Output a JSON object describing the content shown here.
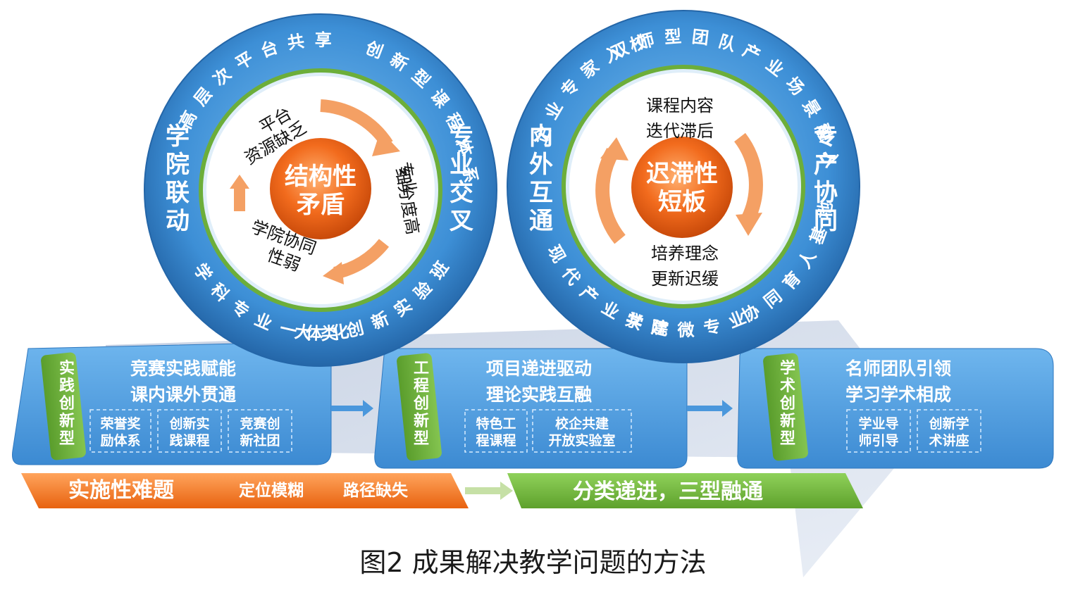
{
  "left_circle": {
    "center": "结构性\n矛盾",
    "ring_outer": {
      "left": "学院联动",
      "right": "专业交叉",
      "top_left": "高层次平台共享",
      "top_right": "创新型课程体系",
      "bottom_left": "学科专业一体化",
      "bottom_right": "大类创新实验班"
    },
    "inner": {
      "item1": "平台\n资源缺乏",
      "item2": "专业\n细分度高",
      "item3": "学院协同\n性弱"
    }
  },
  "right_circle": {
    "center": "迟滞性\n短板",
    "ring_outer": {
      "left": "内外互通",
      "right": "专产协同",
      "top_left": "企业专家入校",
      "top": "双师型团队",
      "top_right": "产业场景融入",
      "bottom_left": "现代产业学院",
      "bottom": "共建微专业",
      "bottom_right": "协同育人基地"
    },
    "inner": {
      "item1": "课程内容\n迭代滞后",
      "item2": "培养理念\n更新迟缓"
    }
  },
  "boxes": [
    {
      "tag": "实践创新型",
      "line1": "竞赛实践赋能",
      "line2": "课内课外贯通",
      "subs": [
        "荣誉奖\n励体系",
        "创新实\n践课程",
        "竞赛创\n新社团"
      ]
    },
    {
      "tag": "工程创新型",
      "line1": "项目递进驱动",
      "line2": "理论实践互融",
      "subs": [
        "特色工\n程课程",
        "校企共建\n开放实验室"
      ]
    },
    {
      "tag": "学术创新型",
      "line1": "名师团队引领",
      "line2": "学习学术相成",
      "subs": [
        "学业导\n师引导",
        "创新学\n术讲座"
      ]
    }
  ],
  "bottom_bar": {
    "orange_title": "实施性难题",
    "orange_item1": "定位模糊",
    "orange_item2": "路径缺失",
    "green_title": "分类递进，三型融通"
  },
  "caption": "图2 成果解决教学问题的方法",
  "colors": {
    "ring_blue": "#3d8fd6",
    "ring_dark": "#2a6fb4",
    "green": "#6db33f",
    "orange": "#f07a22",
    "core_orange": "#f26b1d"
  }
}
